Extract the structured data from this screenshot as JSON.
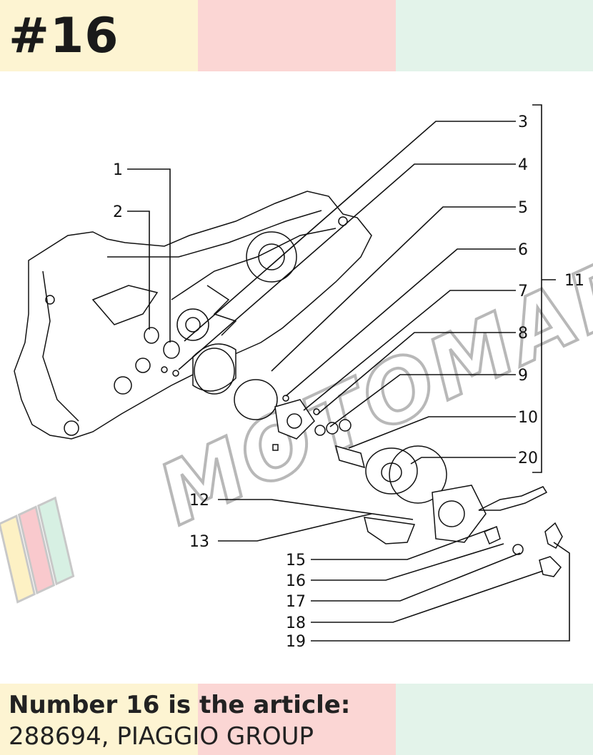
{
  "header": {
    "title": "#16",
    "band_colors": [
      "#fdf4d2",
      "#fbd6d4",
      "#e3f3ea"
    ]
  },
  "footer": {
    "caption_title": "Number 16 is the article:",
    "caption_value": "288694, PIAGGIO GROUP",
    "band_colors": [
      "#fdf4d2",
      "#fbd6d4",
      "#e3f3ea"
    ]
  },
  "diagram": {
    "callouts": {
      "c1": "1",
      "c2": "2",
      "c3": "3",
      "c4": "4",
      "c5": "5",
      "c6": "6",
      "c7": "7",
      "c8": "8",
      "c9": "9",
      "c10": "10",
      "c11": "11",
      "c12": "12",
      "c13": "13",
      "c15": "15",
      "c16": "16",
      "c17": "17",
      "c18": "18",
      "c19": "19",
      "c20": "20"
    },
    "watermark": "MOTOMARCIA",
    "watermark_colors": [
      "#fdf1c4",
      "#f9c9cd",
      "#d7f0e3"
    ]
  }
}
